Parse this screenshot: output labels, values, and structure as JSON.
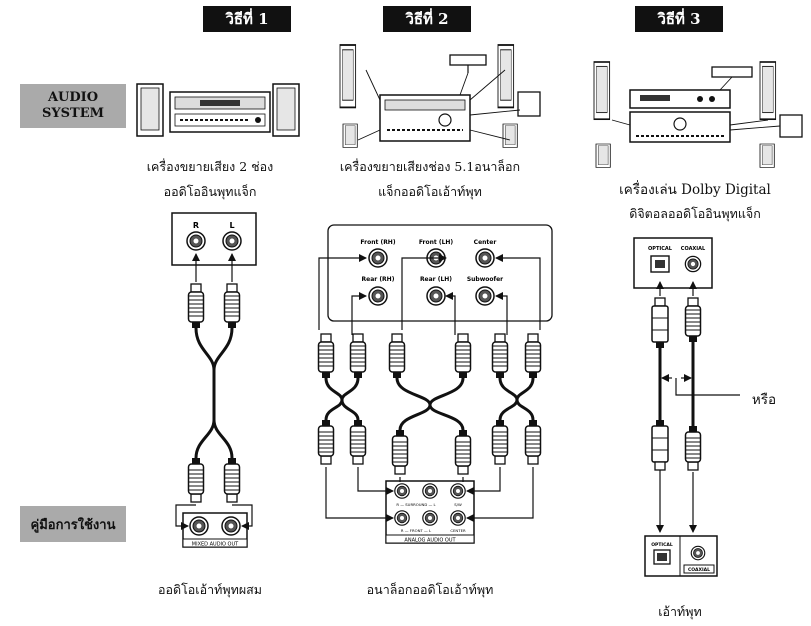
{
  "headers": {
    "method1": "วิธีที่ 1",
    "method2": "วิธีที่ 2",
    "method3": "วิธีที่ 3"
  },
  "side_labels": {
    "audio_system_line1": "AUDIO",
    "audio_system_line2": "SYSTEM",
    "manual": "คู่มือการใช้งาน"
  },
  "captions": {
    "m1_device_line1": "เครื่องขยายเสียง 2 ช่อง",
    "m1_device_line2": "ออดิโออินพุทแจ็ก",
    "m2_device_line1": "เครื่องขยายเสียงช่อง 5.1อนาล็อก",
    "m2_device_line2": "แจ็กออดิโอเอ้าท์พุท",
    "m3_device_line1": "เครื่องเล่น Dolby Digital",
    "m3_device_line2": "ดิจิตอลออดิโออินพุทแจ็ก",
    "m1_bottom": "ออดิโอเอ้าท์พุทผสม",
    "m2_bottom": "อนาล็อกออดิโอเอ้าท์พุท",
    "m3_bottom": "เอ้าท์พุท",
    "or": "หรือ"
  },
  "jack_labels": {
    "r": "R",
    "l": "L",
    "front_rh": "Front (RH)",
    "front_lh": "Front (LH)",
    "center": "Center",
    "rear_rh": "Rear (RH)",
    "rear_lh": "Rear (LH)",
    "subwoofer": "Subwoofer",
    "optical": "OPTICAL",
    "coaxial": "COAXIAL",
    "optical_out": "OPTICAL",
    "coaxial_out": "COAXIAL",
    "mixed_audio_out": "MIXED AUDIO OUT",
    "analog_audio_out": "ANALOG AUDIO OUT",
    "surround_label": "R — SURROUND — L",
    "sw": "S/W",
    "front_label": "R — FRONT — L",
    "center_small": "CENTER"
  }
}
